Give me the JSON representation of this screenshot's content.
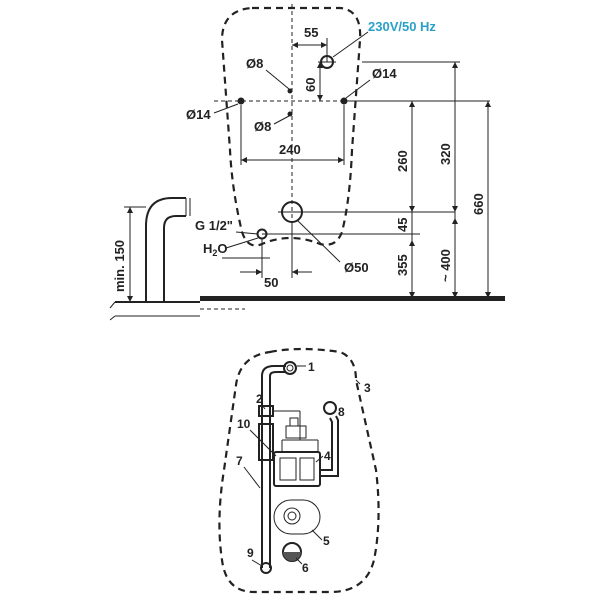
{
  "top_view": {
    "power_label": "230V/50 Hz",
    "dim_55": "55",
    "dim_60": "60",
    "dim_d8_top": "Ø8",
    "dim_d8_bottom": "Ø8",
    "dim_d14_left": "Ø14",
    "dim_d14_right": "Ø14",
    "dim_240": "240",
    "dim_260": "260",
    "dim_320": "320",
    "dim_660": "660",
    "dim_45": "45",
    "dim_355": "355",
    "dim_400": "~ 400",
    "dim_50": "50",
    "dim_d50": "Ø50",
    "thread_label": "G 1/2\"",
    "water_label": "H",
    "water_sub": "2",
    "water_tail": "O",
    "min150": "min. 150"
  },
  "parts_view": {
    "callouts": [
      "1",
      "2",
      "3",
      "4",
      "5",
      "6",
      "7",
      "8",
      "9",
      "10"
    ]
  }
}
